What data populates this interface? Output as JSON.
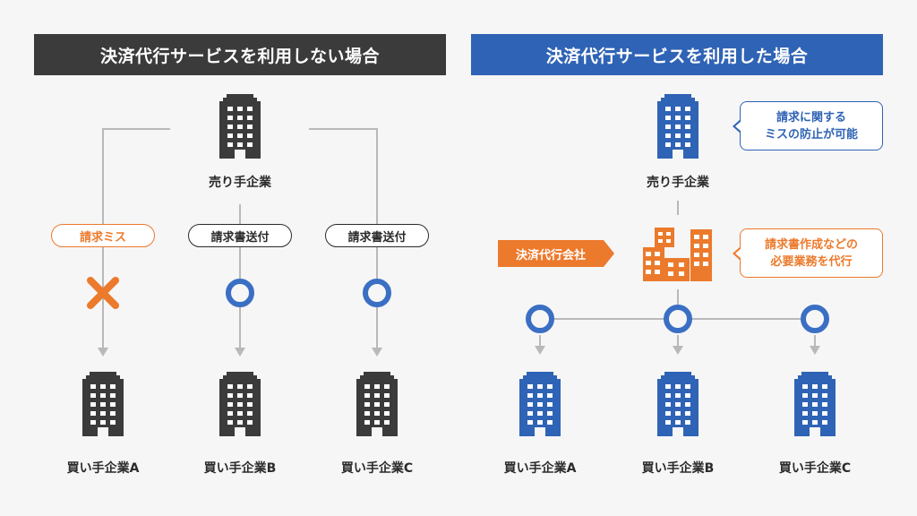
{
  "colors": {
    "dark": "#3b3b3b",
    "blue": "#2f63b5",
    "orange": "#ec7a2c",
    "line": "#b9b9b9",
    "background": "#f6f6f6"
  },
  "left": {
    "header": "決済代行サービスを利用しない場合",
    "seller": "売り手企業",
    "paths": [
      {
        "label": "請求ミス",
        "result": "cross-mark-icon",
        "buyer": "買い手企業A"
      },
      {
        "label": "請求書送付",
        "result": "circle-mark-icon",
        "buyer": "買い手企業B"
      },
      {
        "label": "請求書送付",
        "result": "circle-mark-icon",
        "buyer": "買い手企業C"
      }
    ]
  },
  "right": {
    "header": "決済代行サービスを利用した場合",
    "seller": "売り手企業",
    "seller_callout": [
      "請求に関する",
      "ミスの防止が可能"
    ],
    "agent_tag": "決済代行会社",
    "agent_callout": [
      "請求書作成などの",
      "必要業務を代行"
    ],
    "buyers": [
      "買い手企業A",
      "買い手企業B",
      "買い手企業C"
    ]
  }
}
